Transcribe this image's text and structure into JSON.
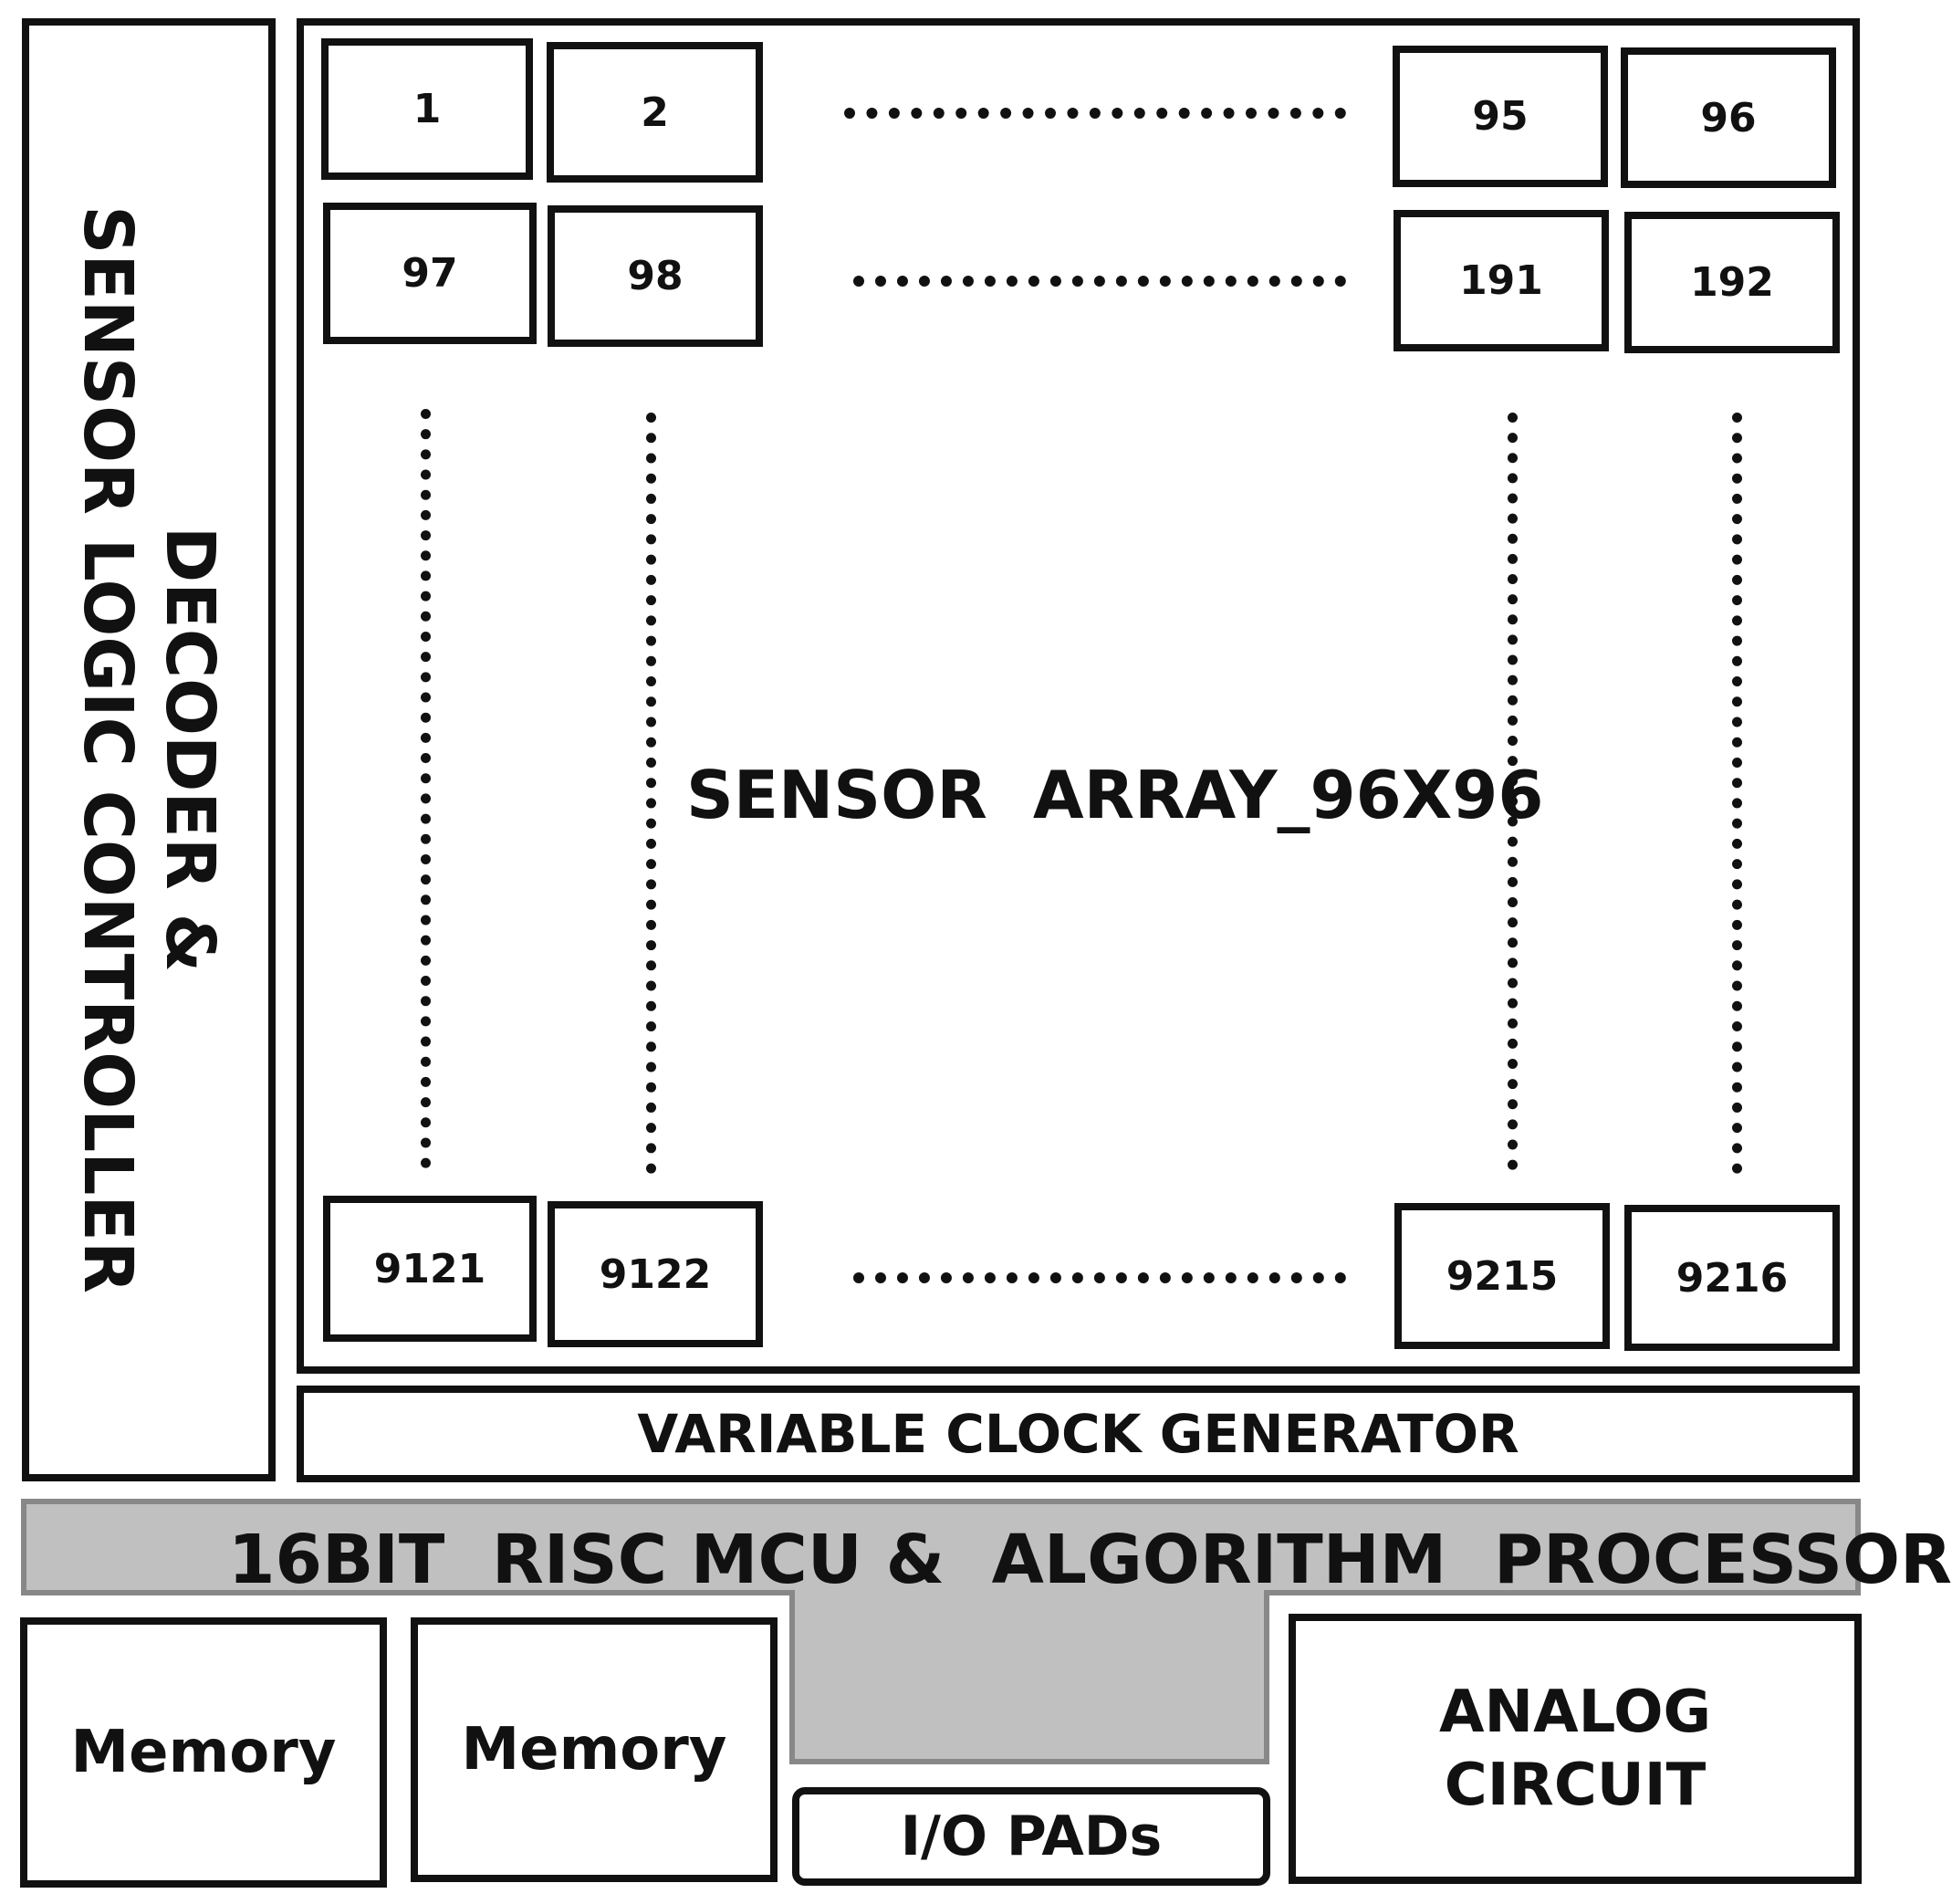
{
  "decoder": {
    "line1": "DECODER &",
    "line2": "SENSOR LOGIC CONTROLLER"
  },
  "sensor_array": {
    "title": "SENSOR  ARRAY_96X96",
    "cells": {
      "r1c1": "1",
      "r1c2": "2",
      "r1c95": "95",
      "r1c96": "96",
      "r2c1": "97",
      "r2c2": "98",
      "r2c95": "191",
      "r2c96": "192",
      "r96c1": "9121",
      "r96c2": "9122",
      "r96c95": "9215",
      "r96c96": "9216"
    }
  },
  "clock": {
    "label": "VARIABLE CLOCK GENERATOR"
  },
  "mcu": {
    "label": "16BIT  RISC MCU &  ALGORITHM  PROCESSOR",
    "fill": "#c0c0c0"
  },
  "memory_left": {
    "label": "Memory"
  },
  "memory_right": {
    "label": "Memory"
  },
  "io": {
    "label": "I/O PADs"
  },
  "analog": {
    "line1": "ANALOG",
    "line2": "CIRCUIT"
  }
}
